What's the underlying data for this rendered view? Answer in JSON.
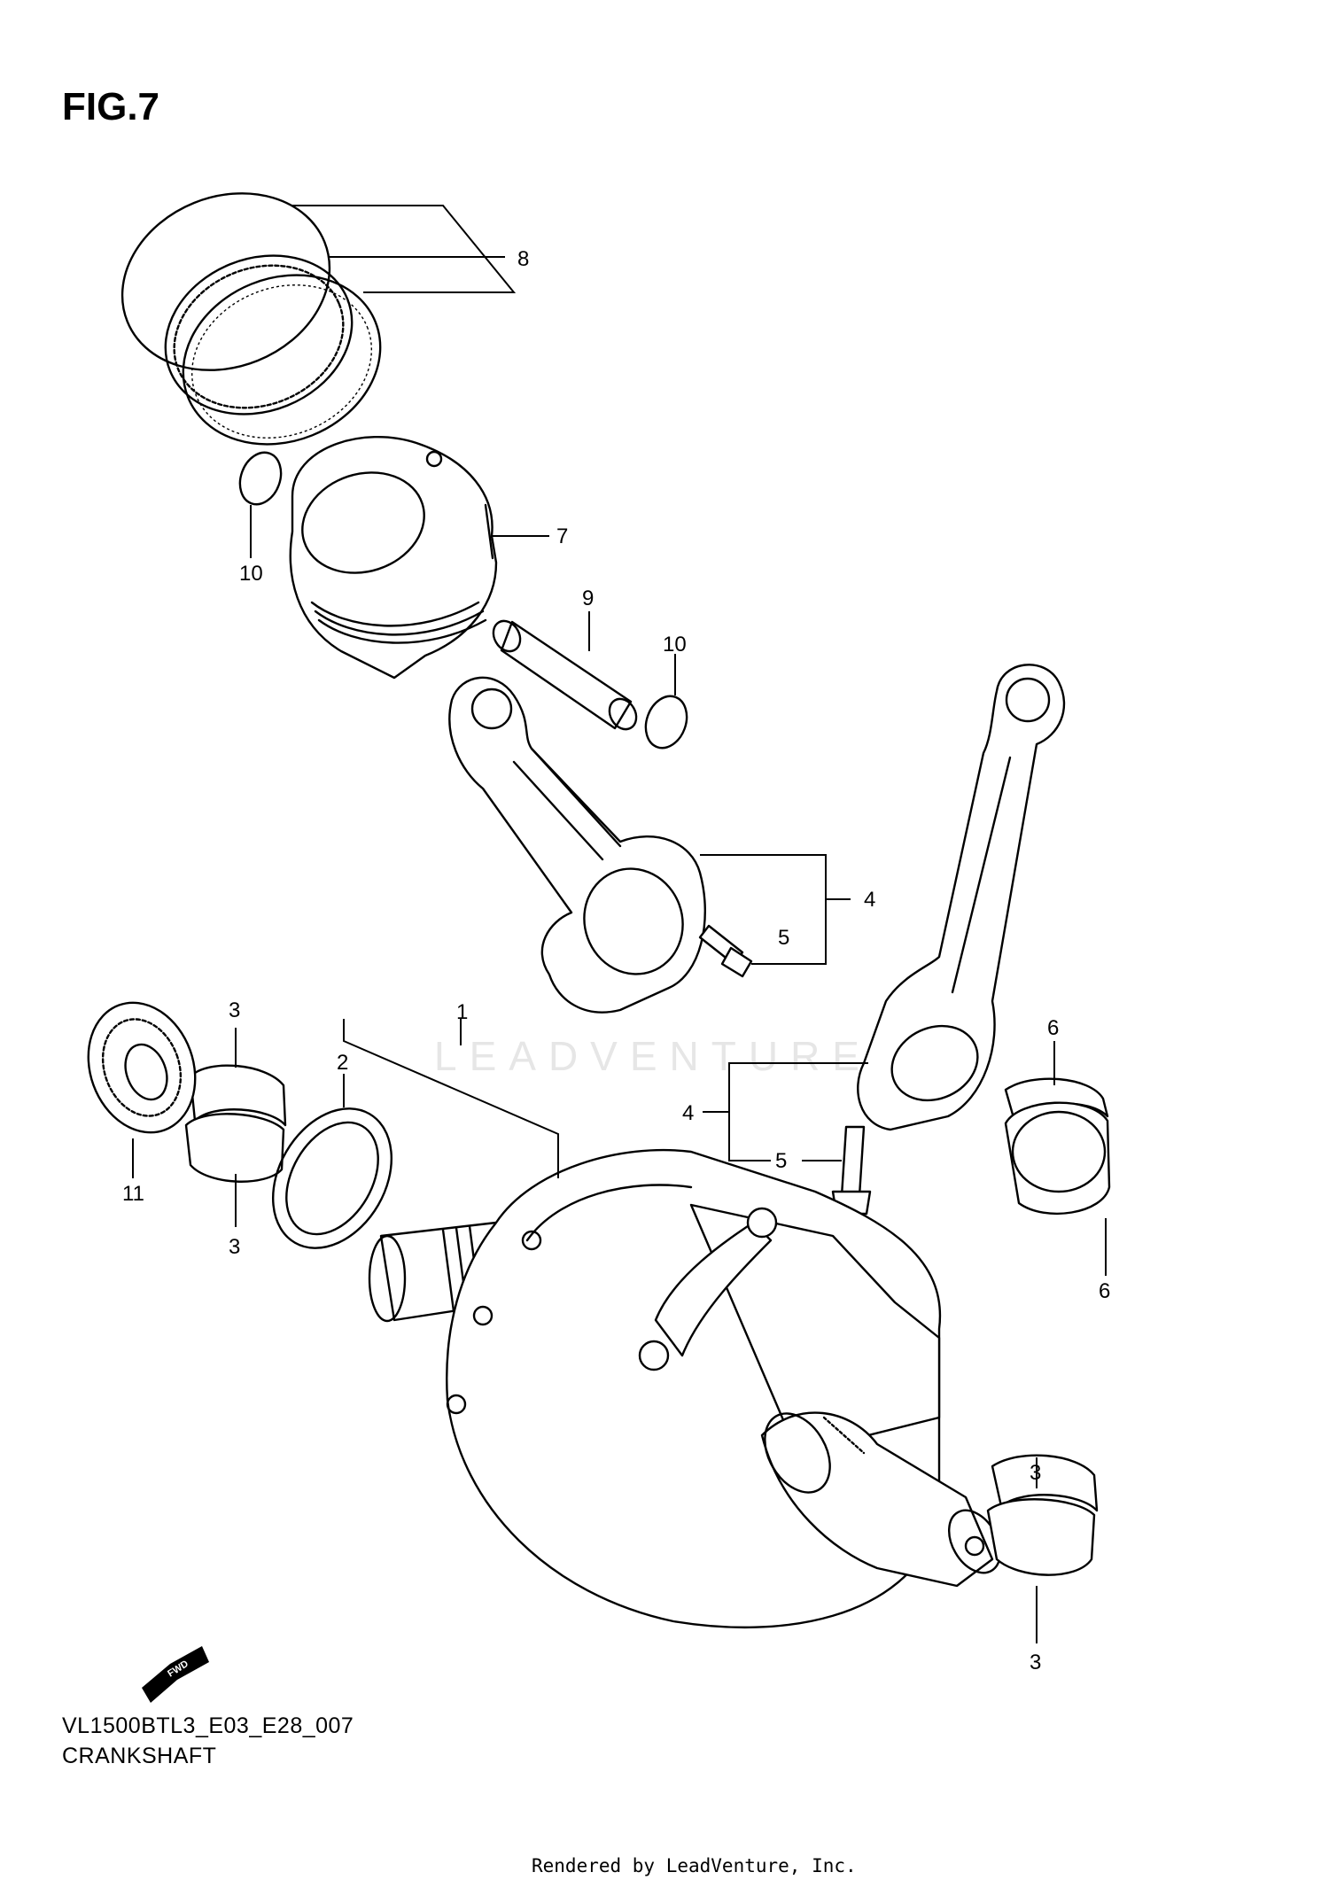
{
  "figure": {
    "title": "FIG.7"
  },
  "footer": {
    "model_code": "VL1500BTL3_E03_E28_007",
    "section_name": "CRANKSHAFT",
    "credit": "Rendered by LeadVenture, Inc."
  },
  "watermark": {
    "text": "LEADVENTURE"
  },
  "fwd_marker": {
    "label": "FWD"
  },
  "callouts": {
    "crankshaft_assy": "1",
    "crank_bearing": "2",
    "bearing_upper_left": "3",
    "bearing_lower_left": "3",
    "bearing_upper_right": "3",
    "bearing_lower_right": "3",
    "conrod_rear": "4",
    "conrod_front": "4",
    "conrod_bolt_rear": "5",
    "conrod_bolt_front": "5",
    "conrod_bearing_upper": "6",
    "conrod_bearing_lower": "6",
    "piston": "7",
    "piston_ring_set": "8",
    "piston_pin": "9",
    "pin_circlip_left": "10",
    "pin_circlip_right": "10",
    "gear": "11"
  }
}
